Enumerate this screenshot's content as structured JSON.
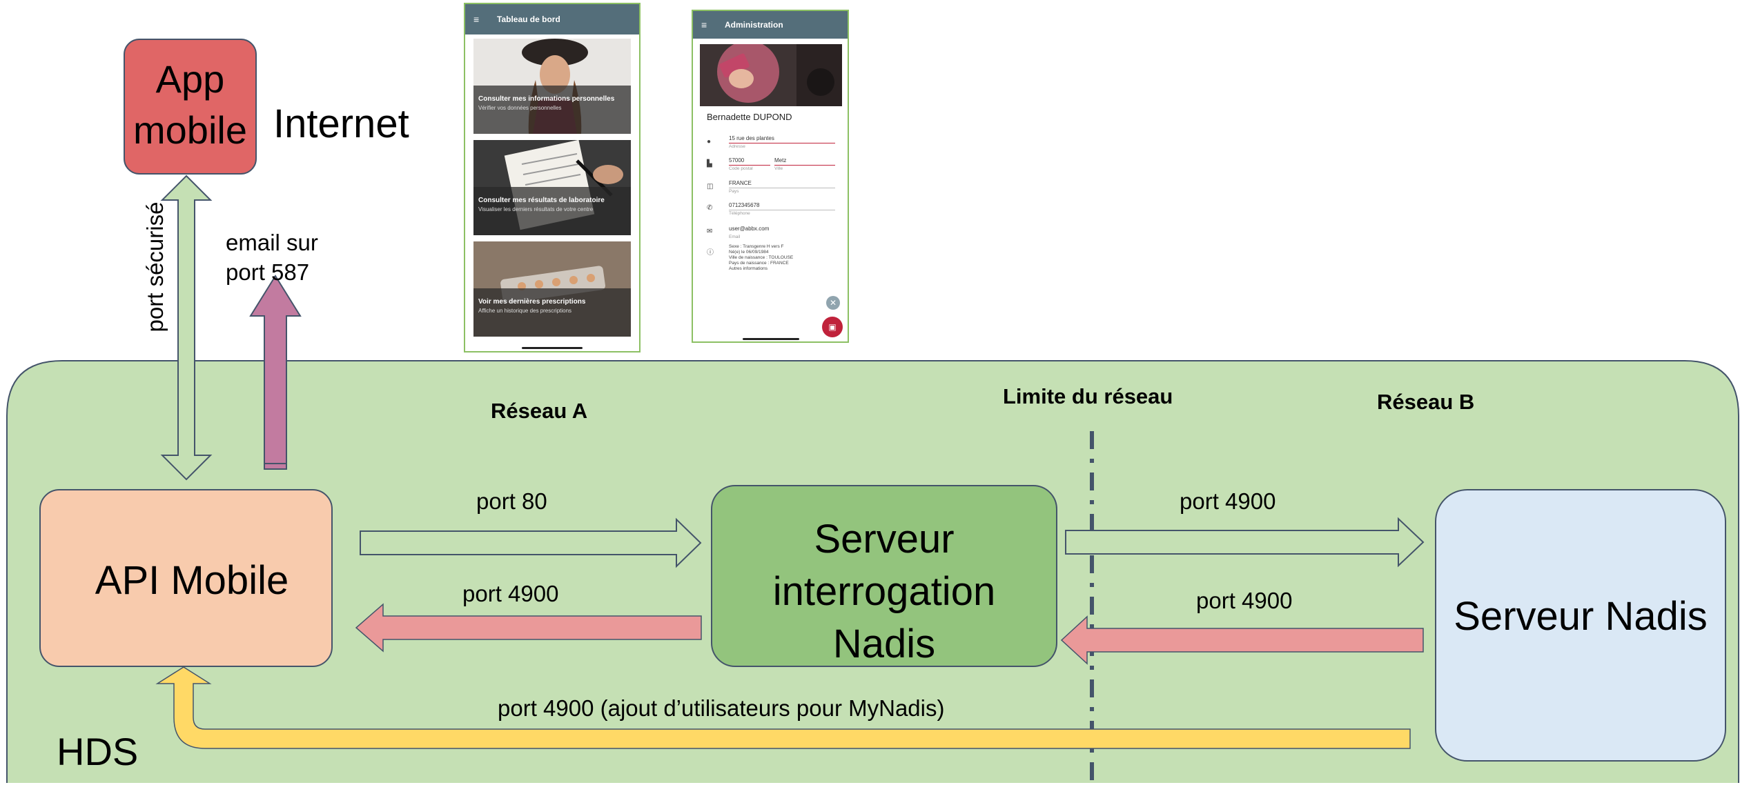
{
  "labels": {
    "app_mobile_line1": "App",
    "app_mobile_line2": "mobile",
    "internet": "Internet",
    "port_securise": "port sécurisé",
    "email_line1": "email sur",
    "email_line2": "port 587",
    "reseau_a": "Réseau A",
    "limite": "Limite du réseau",
    "reseau_b": "Réseau B",
    "api_mobile": "API Mobile",
    "serveur_line1": "Serveur",
    "serveur_line2": "interrogation",
    "serveur_line3": "Nadis",
    "serveur_nadis": "Serveur Nadis",
    "port_80": "port 80",
    "port_4900_left": "port 4900",
    "port_4900_right_top": "port 4900",
    "port_4900_right_bottom": "port 4900",
    "port_4900_bottom": "port 4900 (ajout d’utilisateurs pour MyNadis)",
    "hds": "HDS"
  },
  "phone_dashboard": {
    "title": "Tableau de bord",
    "cards": [
      {
        "title": "Consulter mes informations personnelles",
        "subtitle": "Vérifier vos données personnelles"
      },
      {
        "title": "Consulter mes résultats de laboratoire",
        "subtitle": "Visualiser les derniers résultats de votre centre"
      },
      {
        "title": "Voir mes dernières prescriptions",
        "subtitle": "Affiche un historique des prescriptions"
      }
    ]
  },
  "phone_admin": {
    "title": "Administration",
    "name": "Bernadette DUPOND",
    "address": "15 rue des plantes",
    "address_hint": "Adresse",
    "postal": "57000",
    "postal_hint": "Code postal",
    "city": "Metz",
    "city_hint": "Ville",
    "country": "FRANCE",
    "country_hint": "Pays",
    "phone": "0712345678",
    "phone_hint": "Téléphone",
    "email": "user@abbx.com",
    "email_hint": "Email",
    "info_lines": [
      "Sexe : Transgenre H vers F",
      "Né(e) le 06/09/1984",
      "Ville de naissance : TOULOUSE",
      "Pays de naissance : FRANCE",
      "Autres informations"
    ]
  },
  "colors": {
    "hds_zone": "#c5e0b4",
    "hds_border": "#44546a",
    "app_box": "#e06666",
    "api_box": "#f8cbad",
    "serveur_box": "#93c47d",
    "nadis_box": "#dae8f5",
    "arrow_green": "#c5e0b4",
    "arrow_red": "#ea9999",
    "arrow_purple": "#c27ba0",
    "arrow_yellow": "#ffd966",
    "phone_bar": "#546e7a",
    "phone_border": "#8cc063",
    "accent_red": "#c0223b"
  }
}
